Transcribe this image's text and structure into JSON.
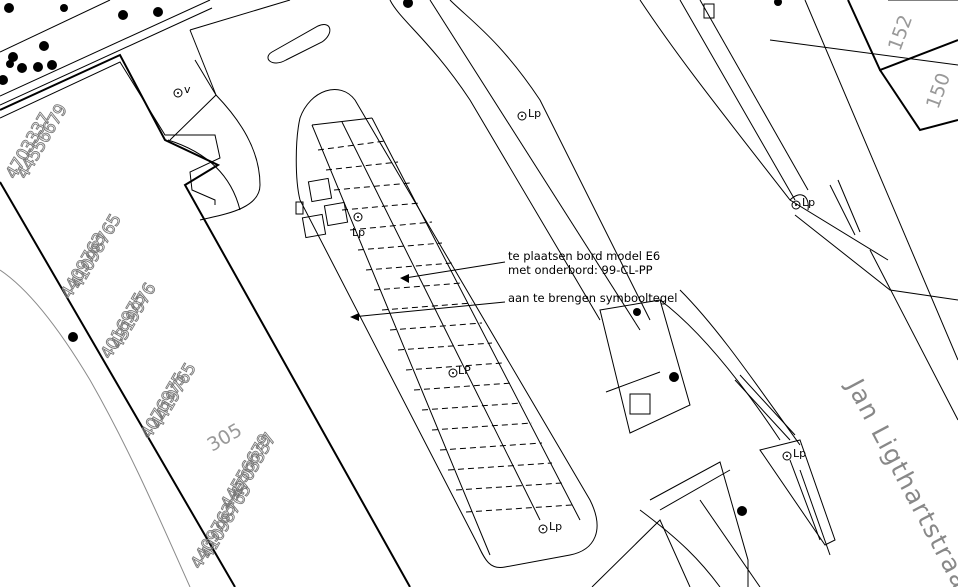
{
  "labels": {
    "sign_note_line1": "te plaatsen bord model E6",
    "sign_note_line2": "met onderbord: 99-CL-PP",
    "symbol_note": "aan te brengen symbooltegel",
    "street_name": "Jan Ligthartstraat",
    "block_number": "305",
    "house_152": "152",
    "house_150": "150",
    "valve_marker": "v",
    "lamp_post": "Lp",
    "lamp_post_alt": "LP"
  },
  "parcel_codes": [
    "4703337",
    "44556679",
    "41098765",
    "4409763",
    "4319976",
    "4016975",
    "4419765",
    "4076975"
  ],
  "colors": {
    "line": "#000000",
    "grey_line": "#8a8a8a",
    "parcel_text": "#777777",
    "street_text": "#888888",
    "background": "#ffffff"
  }
}
